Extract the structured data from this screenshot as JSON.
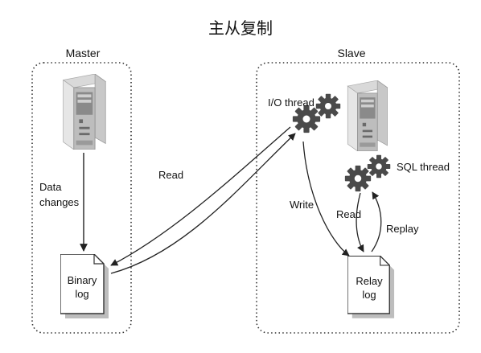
{
  "title": "主从复制",
  "master": {
    "label": "Master",
    "data_changes_line1": "Data",
    "data_changes_line2": "changes",
    "binary_log_line1": "Binary",
    "binary_log_line2": "log"
  },
  "slave": {
    "label": "Slave",
    "io_thread": "I/O thread",
    "sql_thread": "SQL thread",
    "relay_log_line1": "Relay",
    "relay_log_line2": "log"
  },
  "arrows": {
    "read_left": "Read",
    "write": "Write",
    "read_right": "Read",
    "replay": "Replay"
  },
  "icons": {
    "server": "server-icon",
    "gear": "gear-icon",
    "document": "document-icon"
  }
}
